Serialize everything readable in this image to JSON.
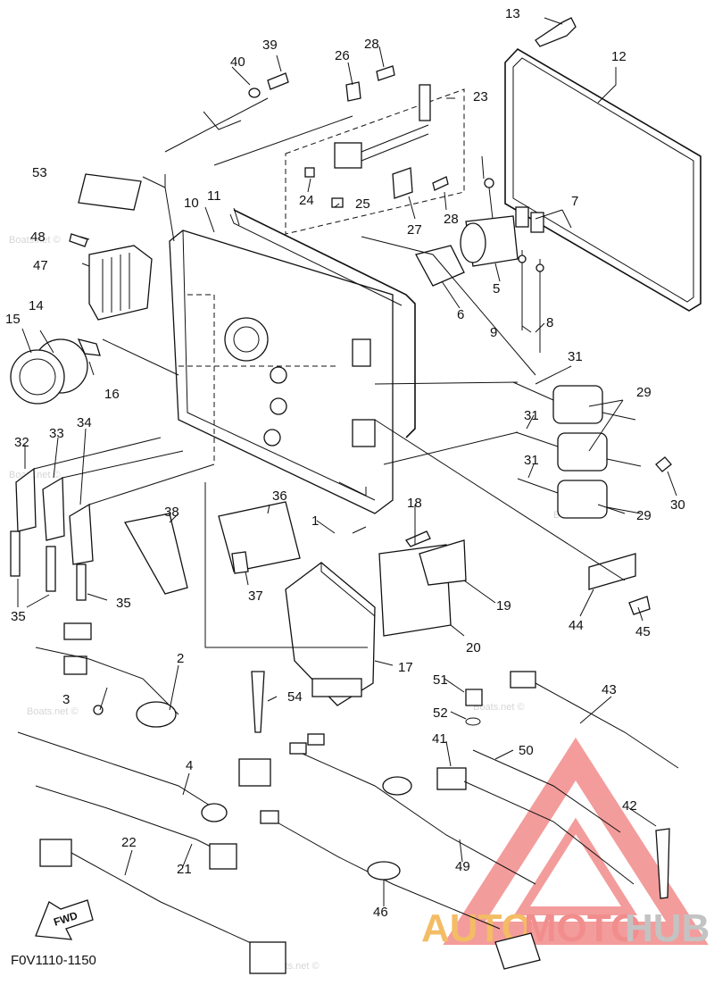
{
  "diagram": {
    "code": "F0V1110-1150",
    "fwd_label": "FWD",
    "watermark": "Boats.net ©",
    "brand": {
      "auto": "AUTO",
      "moto": "MOTO",
      "hub": "HUB"
    },
    "callouts": [
      "1",
      "2",
      "3",
      "4",
      "5",
      "6",
      "7",
      "8",
      "9",
      "10",
      "11",
      "12",
      "13",
      "14",
      "15",
      "16",
      "17",
      "18",
      "19",
      "20",
      "21",
      "22",
      "23",
      "24",
      "25",
      "26",
      "27",
      "28",
      "28",
      "29",
      "29",
      "30",
      "31",
      "31",
      "31",
      "32",
      "33",
      "34",
      "35",
      "35",
      "36",
      "37",
      "38",
      "39",
      "40",
      "41",
      "42",
      "43",
      "44",
      "45",
      "46",
      "47",
      "48",
      "49",
      "50",
      "51",
      "52",
      "53",
      "54"
    ]
  }
}
